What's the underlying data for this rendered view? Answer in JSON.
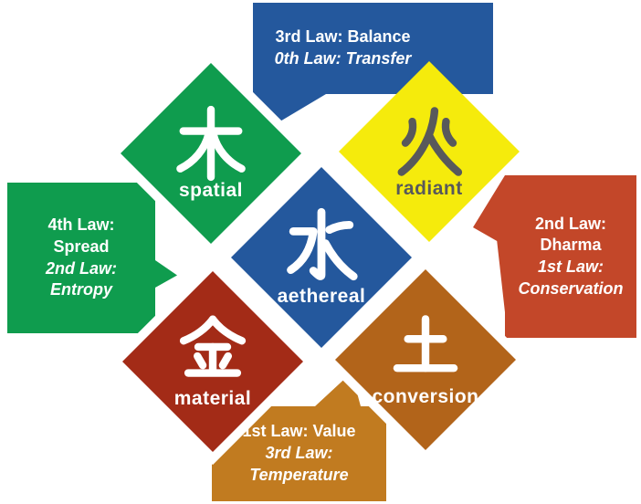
{
  "elements": {
    "wood": {
      "kanji": "木",
      "label": "spatial"
    },
    "fire": {
      "kanji": "火",
      "label": "radiant"
    },
    "water": {
      "kanji": "水",
      "label": "aethereal"
    },
    "metal": {
      "kanji": "金",
      "label": "material"
    },
    "earth": {
      "kanji": "土",
      "label": "conversion"
    }
  },
  "callouts": {
    "top": {
      "line1": "3rd Law: Balance",
      "line2": "0th Law: Transfer"
    },
    "left": {
      "line1": "4th Law:",
      "line2": "Spread",
      "line3": "2nd Law:",
      "line4": "Entropy"
    },
    "right": {
      "line1": "2nd Law:",
      "line2": "Dharma",
      "line3": "1st Law:",
      "line4": "Conservation"
    },
    "bottom": {
      "line1": "1st Law: Value",
      "line2": "3rd Law:",
      "line3": "Temperature"
    }
  },
  "colors": {
    "green": "#0f9c4e",
    "blue": "#24589d",
    "yellow": "#f5eb0c",
    "fire_text": "#58595b",
    "dark_red": "#a32b17",
    "red_orange": "#c34729",
    "brown": "#b2641a",
    "orange": "#c17b20",
    "text_on_dark": "#ffffff"
  }
}
